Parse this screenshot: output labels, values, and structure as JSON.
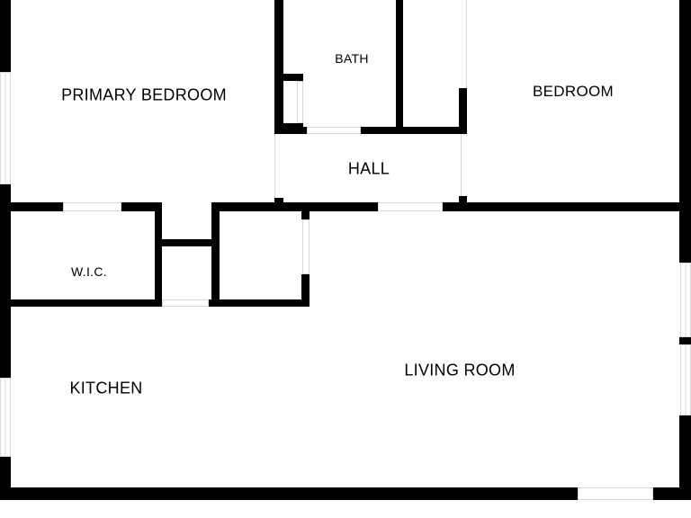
{
  "floor_plan": {
    "rooms": {
      "primary_bedroom": "PRIMARY BEDROOM",
      "bath": "BATH",
      "bedroom": "BEDROOM",
      "hall": "HALL",
      "wic": "W.I.C.",
      "kitchen": "KITCHEN",
      "living_room": "LIVING ROOM"
    },
    "colors": {
      "wall": "#000000",
      "background": "#ffffff",
      "opening": "#d9d9d9"
    }
  }
}
